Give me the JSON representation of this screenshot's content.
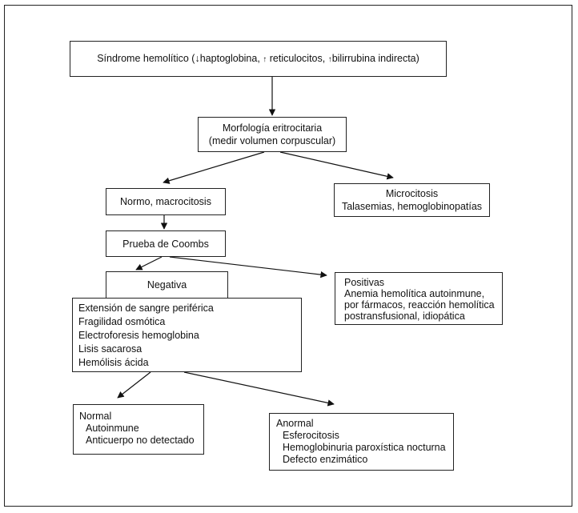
{
  "root": {
    "before": "Síndrome hemolítico (",
    "g1": "↓",
    "t1": "haptoglobina,  ",
    "g2": "↑",
    "t2": " reticulocitos,  ",
    "g3": "↑",
    "t3": "bilirrubina indirecta)"
  },
  "morfologia": {
    "line1": "Morfología eritrocitaria",
    "line2": "(medir volumen corpuscular)"
  },
  "normo": {
    "label": "Normo, macrocitosis"
  },
  "micro": {
    "line1": "Microcitosis",
    "line2": "Talasemias, hemoglobinopatías"
  },
  "coombs": {
    "label": "Prueba de Coombs"
  },
  "negativa": {
    "label": "Negativa"
  },
  "positivas": {
    "lines": [
      "Positivas",
      "Anemia hemolítica autoinmune,",
      "por fármacos, reacción hemolítica",
      "postransfusional, idiopática"
    ]
  },
  "tests": {
    "lines": [
      "Extensión de sangre periférica",
      "Fragilidad osmótica",
      "Electroforesis hemoglobina",
      "Lisis sacarosa",
      "Hemólisis ácida"
    ]
  },
  "normal": {
    "title": "Normal",
    "items": [
      "Autoinmune",
      "Anticuerpo no detectado"
    ]
  },
  "anormal": {
    "title": "Anormal",
    "items": [
      "Esferocitosis",
      "Hemoglobinuria paroxística nocturna",
      "Defecto enzimático"
    ]
  }
}
